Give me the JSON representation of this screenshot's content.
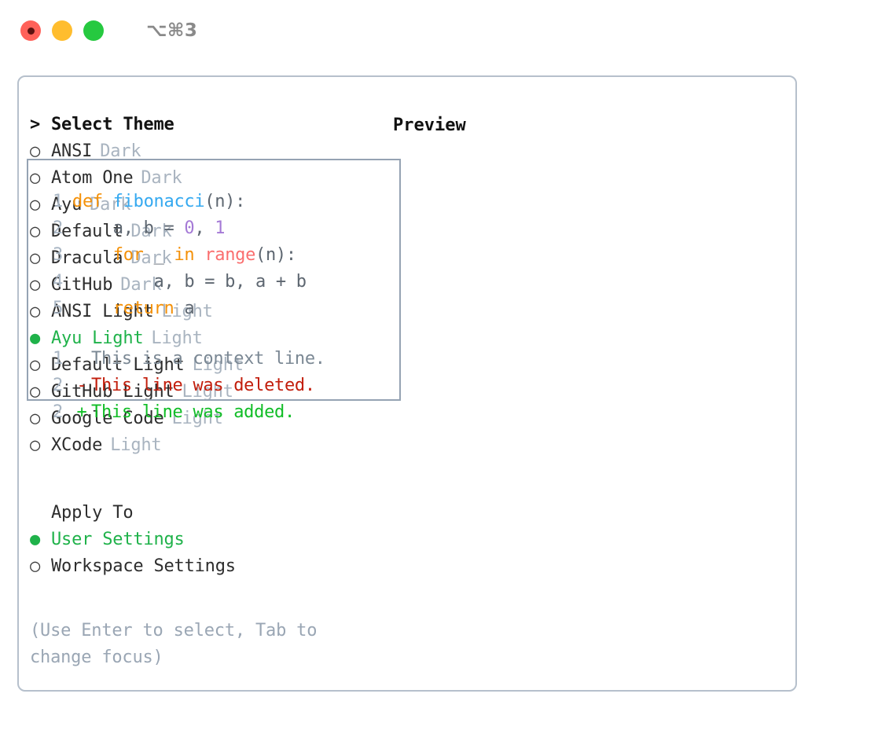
{
  "window": {
    "shortcut": "⌥⌘3",
    "traffic_lights": [
      {
        "name": "close",
        "color": "#ff6159"
      },
      {
        "name": "minimize",
        "color": "#ffbd2e"
      },
      {
        "name": "maximize",
        "color": "#26c940"
      }
    ]
  },
  "theme_section": {
    "heading": "Select Theme",
    "heading_marker": ">",
    "items": [
      {
        "marker": "○",
        "label": "ANSI",
        "variant": "Dark",
        "selected": false
      },
      {
        "marker": "○",
        "label": "Atom One",
        "variant": "Dark",
        "selected": false
      },
      {
        "marker": "○",
        "label": "Ayu",
        "variant": "Dark",
        "selected": false
      },
      {
        "marker": "○",
        "label": "Default",
        "variant": "Dark",
        "selected": false
      },
      {
        "marker": "○",
        "label": "Dracula",
        "variant": "Dark",
        "selected": false
      },
      {
        "marker": "○",
        "label": "GitHub",
        "variant": "Dark",
        "selected": false
      },
      {
        "marker": "○",
        "label": "ANSI Light",
        "variant": "Light",
        "selected": false
      },
      {
        "marker": "●",
        "label": "Ayu Light",
        "variant": "Light",
        "selected": true
      },
      {
        "marker": "○",
        "label": "Default Light",
        "variant": "Light",
        "selected": false
      },
      {
        "marker": "○",
        "label": "GitHub Light",
        "variant": "Light",
        "selected": false
      },
      {
        "marker": "○",
        "label": "Google Code",
        "variant": "Light",
        "selected": false
      },
      {
        "marker": "○",
        "label": "XCode",
        "variant": "Light",
        "selected": false
      }
    ]
  },
  "apply_section": {
    "heading": "Apply To",
    "items": [
      {
        "marker": "●",
        "label": "User Settings",
        "selected": true
      },
      {
        "marker": "○",
        "label": "Workspace Settings",
        "selected": false
      }
    ]
  },
  "hint": "(Use Enter to select, Tab to change focus)",
  "preview": {
    "heading": "Preview",
    "code_lines": [
      {
        "num": "1",
        "tokens": [
          {
            "t": "def ",
            "c": "keyword"
          },
          {
            "t": "fibonacci",
            "c": "func"
          },
          {
            "t": "(n):",
            "c": "punct"
          }
        ]
      },
      {
        "num": "2",
        "tokens": [
          {
            "t": "    a, b = ",
            "c": "plain"
          },
          {
            "t": "0",
            "c": "num"
          },
          {
            "t": ", ",
            "c": "plain"
          },
          {
            "t": "1",
            "c": "num"
          }
        ]
      },
      {
        "num": "3",
        "tokens": [
          {
            "t": "    ",
            "c": "plain"
          },
          {
            "t": "for",
            "c": "keyword"
          },
          {
            "t": " _ ",
            "c": "plain"
          },
          {
            "t": "in",
            "c": "keyword"
          },
          {
            "t": " ",
            "c": "plain"
          },
          {
            "t": "range",
            "c": "builtin"
          },
          {
            "t": "(n):",
            "c": "punct"
          }
        ]
      },
      {
        "num": "4",
        "tokens": [
          {
            "t": "        a, b = b, a + b",
            "c": "plain"
          }
        ]
      },
      {
        "num": "5",
        "tokens": [
          {
            "t": "    ",
            "c": "plain"
          },
          {
            "t": "return",
            "c": "keyword"
          },
          {
            "t": " a",
            "c": "plain"
          }
        ]
      }
    ],
    "diff_lines": [
      {
        "num": "1",
        "sign": " ",
        "text": "This is a context line.",
        "kind": "context"
      },
      {
        "num": "2",
        "sign": "-",
        "text": "This line was deleted.",
        "kind": "removed"
      },
      {
        "num": "2",
        "sign": "+",
        "text": "This line was added.",
        "kind": "added"
      }
    ]
  },
  "colors": {
    "accent_green": "#1fb24a",
    "muted": "#a9b4c0",
    "border": "#b6c0cc",
    "preview_border": "#95a3b3",
    "keyword": "#f49109",
    "function": "#35a9f0",
    "number": "#a57ad6",
    "builtin": "#fa6e6e",
    "diff_removed": "#c21d0b",
    "diff_added": "#10bd26"
  }
}
